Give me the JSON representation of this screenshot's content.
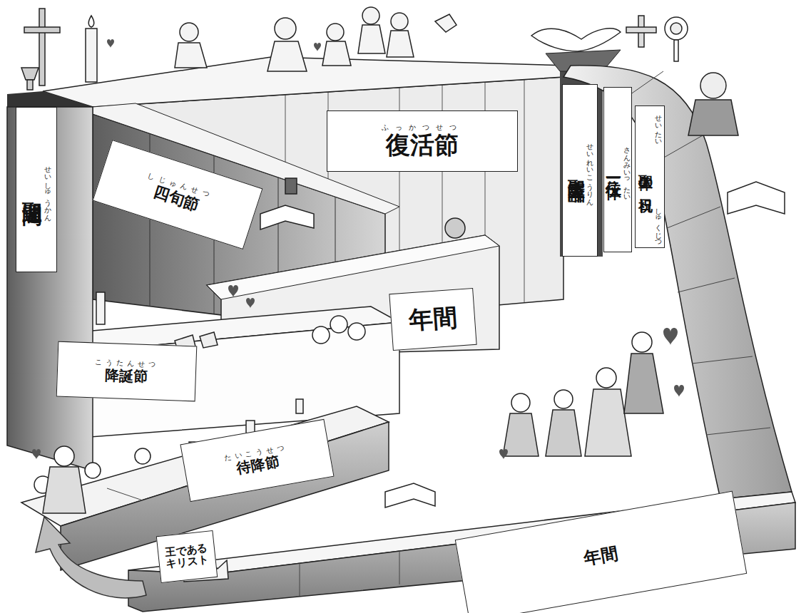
{
  "diagram": {
    "nodes": [
      {
        "text": [
          "聖週間",
          "せいしゅうかん"
        ]
      },
      {
        "text": [
          "四旬節",
          "しじゅんせつ"
        ]
      },
      {
        "text": [
          "復活節",
          "ふっかつせつ"
        ]
      },
      {
        "text": [
          "聖霊降臨",
          "せいれいこうりん"
        ]
      },
      {
        "text": [
          "三位一体",
          "さんみいったい"
        ]
      },
      {
        "text": [
          "聖体の祝日",
          "せいたい",
          "しゅくじつ"
        ]
      },
      {
        "text": [
          "年間"
        ]
      },
      {
        "text": [
          "降誕節",
          "こうたんせつ"
        ]
      },
      {
        "text": [
          "待降節",
          "たいこうせつ"
        ]
      },
      {
        "text": [
          "年間"
        ]
      },
      {
        "text": [
          "王である キリスト"
        ]
      }
    ]
  }
}
